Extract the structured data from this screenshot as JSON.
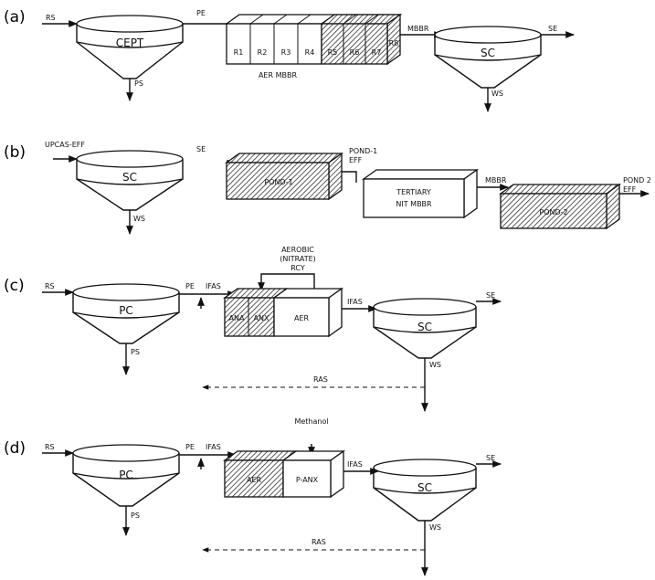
{
  "a": {
    "panel": "(a)",
    "rs": "RS",
    "tank1": "CEPT",
    "ps": "PS",
    "pe": "PE",
    "reactors": [
      "R1",
      "R2",
      "R3",
      "R4",
      "R5",
      "R6",
      "R7",
      "R8"
    ],
    "reactor_caption": "AER MBBR",
    "mbbr": "MBBR",
    "tank2": "SC",
    "se": "SE",
    "ws": "WS"
  },
  "b": {
    "panel": "(b)",
    "in_label": "UPCAS-EFF",
    "tank": "SC",
    "ws": "WS",
    "se": "SE",
    "pond1": "POND-1",
    "pond1_eff": [
      "POND-1",
      "EFF"
    ],
    "tertiary": [
      "TERTIARY",
      "NIT MBBR"
    ],
    "mbbr": "MBBR",
    "pond2": "POND-2",
    "pond2_eff": [
      "POND 2",
      "EFF"
    ]
  },
  "c": {
    "panel": "(c)",
    "rs": "RS",
    "tank1": "PC",
    "ps": "PS",
    "pe": "PE",
    "ifas_in": "IFAS",
    "recycle": [
      "AEROBIC",
      "(NITRATE)",
      "RCY"
    ],
    "zones": [
      "ANA",
      "ANX",
      "AER"
    ],
    "ifas_out": "IFAS",
    "tank2": "SC",
    "se": "SE",
    "ws": "WS",
    "ras": "RAS",
    "methanol": "Methanol"
  },
  "d": {
    "panel": "(d)",
    "rs": "RS",
    "tank1": "PC",
    "ps": "PS",
    "pe": "PE",
    "ifas_in": "IFAS",
    "zones": [
      "AER",
      "P-ANX"
    ],
    "ifas_out": "IFAS",
    "tank2": "SC",
    "se": "SE",
    "ws": "WS",
    "ras": "RAS"
  }
}
